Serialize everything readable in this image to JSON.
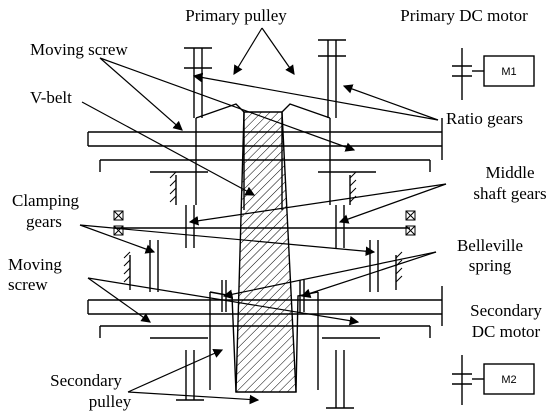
{
  "labels": {
    "primary_pulley": "Primary pulley",
    "primary_dc_motor": "Primary DC motor",
    "moving_screw_top": "Moving screw",
    "v_belt": "V-belt",
    "ratio_gears": "Ratio gears",
    "middle_shaft_gears_1": "Middle",
    "middle_shaft_gears_2": "shaft gears",
    "clamping_gears_1": "Clamping",
    "clamping_gears_2": "gears",
    "belleville_spring_1": "Belleville",
    "belleville_spring_2": "spring",
    "moving_screw_bottom_1": "Moving",
    "moving_screw_bottom_2": "screw",
    "secondary_dc_motor_1": "Secondary",
    "secondary_dc_motor_2": "DC motor",
    "secondary_pulley_1": "Secondary",
    "secondary_pulley_2": "pulley",
    "motor_m1": "M1",
    "motor_m2": "M2"
  },
  "colors": {
    "ink": "#000000",
    "background": "#ffffff"
  }
}
